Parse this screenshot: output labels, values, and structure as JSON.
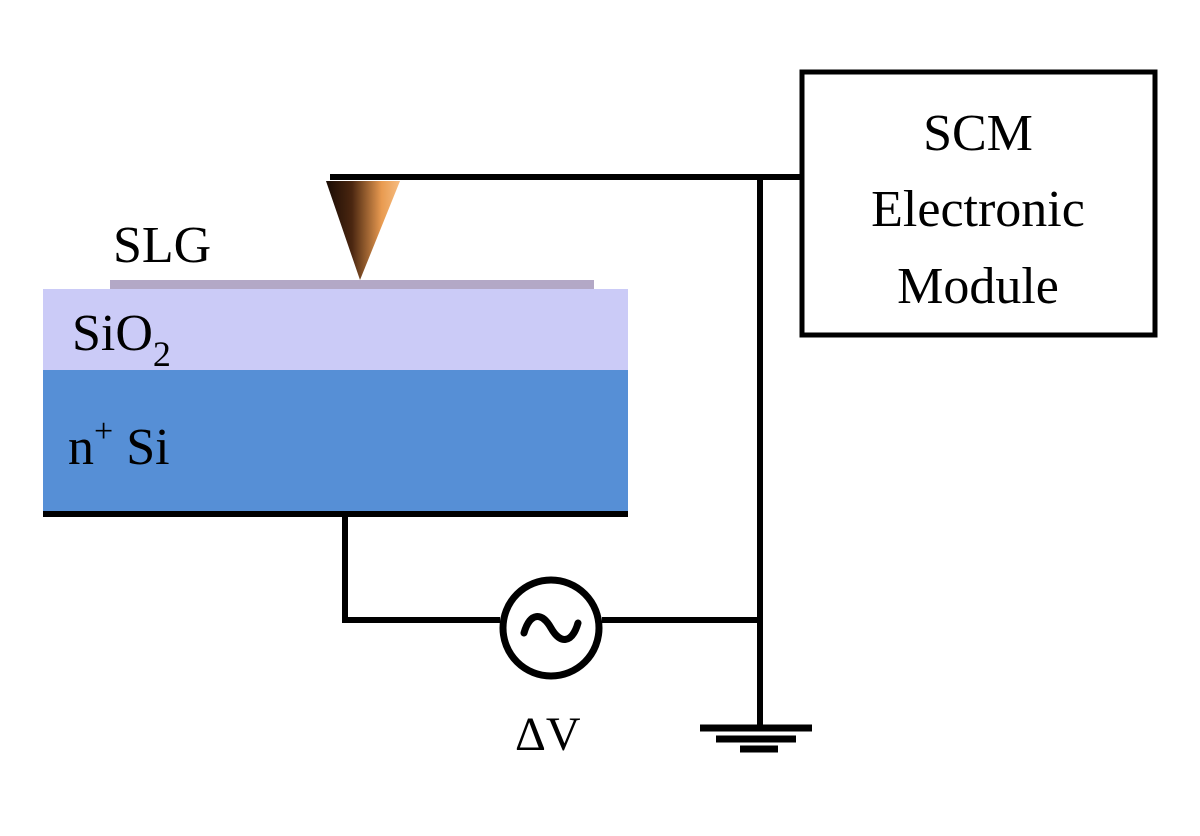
{
  "labels": {
    "slg": "SLG",
    "sio2_base": "SiO",
    "sio2_sub": "2",
    "nsi_base": "n",
    "nsi_sup": "+",
    "nsi_rest": " Si",
    "delta_v": "ΔV",
    "module_line1": "SCM",
    "module_line2": "Electronic",
    "module_line3": "Module"
  },
  "colors": {
    "sio2": "#cbcbf7",
    "nsi": "#568fd6",
    "slg": "#b3a8c6",
    "wire": "#000000",
    "tip_light": "#f2a860",
    "tip_dark": "#2a1608"
  },
  "icons": {
    "source": "ac-source-icon",
    "ground": "ground-icon",
    "tip": "afm-tip-icon"
  }
}
